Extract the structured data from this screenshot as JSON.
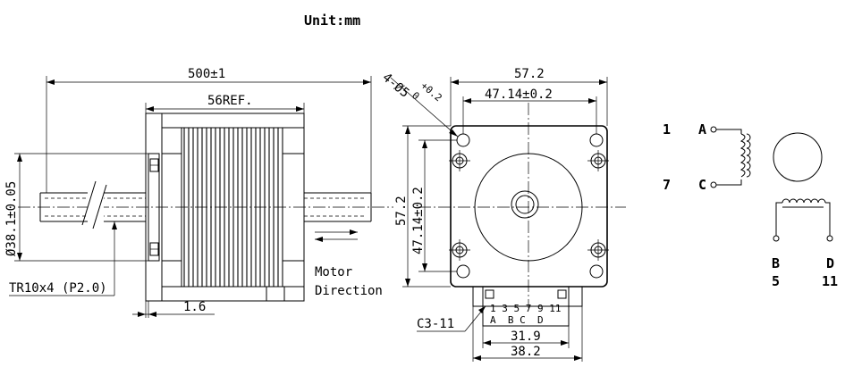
{
  "header": {
    "unit": "Unit:mm"
  },
  "side_view": {
    "overall_length": "500±1",
    "body_length": "56REF.",
    "pilot_diameter": "Ø38.1±0.05",
    "thread_spec": "TR10x4 (P2.0)",
    "flange_thickness": "1.6",
    "motor_direction_line1": "Motor",
    "motor_direction_line2": "Direction"
  },
  "front_view": {
    "hole_spec_base": "4-Ø5",
    "hole_tol_upper": "+0.2",
    "hole_tol_lower": "0",
    "width_outer": "57.2",
    "width_holes": "47.14±0.2",
    "height_outer": "57.2",
    "height_holes": "47.14±0.2",
    "connector_label": "C3-11",
    "pin_numbers": "1 3 5 7 9 11",
    "pin_letters": "A  B C  D",
    "connector_width_inner": "31.9",
    "connector_width_outer": "38.2"
  },
  "wiring": {
    "pin1": "1",
    "lead_a": "A",
    "pin7": "7",
    "lead_c": "C",
    "lead_b": "B",
    "pin5": "5",
    "lead_d": "D",
    "pin11": "11"
  }
}
